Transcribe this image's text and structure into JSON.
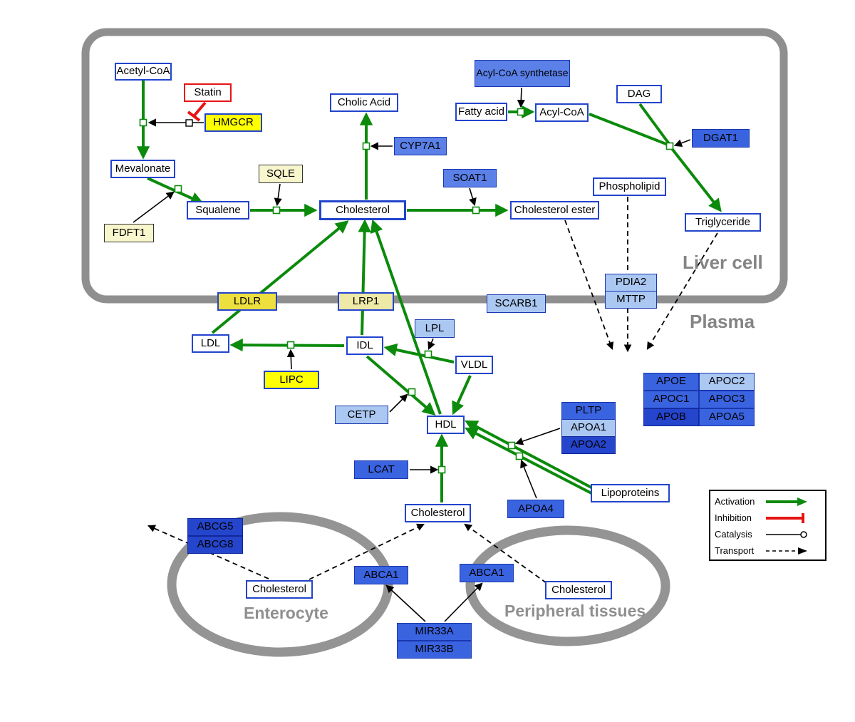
{
  "compartments": {
    "liver": "Liver cell",
    "plasma": "Plasma",
    "enterocyte": "Enterocyte",
    "peripheral": "Peripheral tissues"
  },
  "nodes": {
    "acetyl_coa": {
      "label": "Acetyl-CoA"
    },
    "statin": {
      "label": "Statin"
    },
    "hmgcr": {
      "label": "HMGCR"
    },
    "mevalonate": {
      "label": "Mevalonate"
    },
    "sqle": {
      "label": "SQLE"
    },
    "fdft1": {
      "label": "FDFT1"
    },
    "squalene": {
      "label": "Squalene"
    },
    "cholesterol_liver": {
      "label": "Cholesterol"
    },
    "cholic_acid": {
      "label": "Cholic Acid"
    },
    "cyp7a1": {
      "label": "CYP7A1"
    },
    "soat1": {
      "label": "SOAT1"
    },
    "cholesterol_ester": {
      "label": "Cholesterol ester"
    },
    "acyl_coa_synthetase": {
      "label": "Acyl-CoA synthetase"
    },
    "fatty_acid": {
      "label": "Fatty acid"
    },
    "acyl_coa": {
      "label": "Acyl-CoA"
    },
    "dag": {
      "label": "DAG"
    },
    "dgat1": {
      "label": "DGAT1"
    },
    "phospholipid": {
      "label": "Phospholipid"
    },
    "triglyceride": {
      "label": "Triglyceride"
    },
    "ldlr": {
      "label": "LDLR"
    },
    "lrp1": {
      "label": "LRP1"
    },
    "scarb1": {
      "label": "SCARB1"
    },
    "pdia2": {
      "label": "PDIA2"
    },
    "mttp": {
      "label": "MTTP"
    },
    "ldl": {
      "label": "LDL"
    },
    "idl": {
      "label": "IDL"
    },
    "lpl": {
      "label": "LPL"
    },
    "vldl": {
      "label": "VLDL"
    },
    "lipc": {
      "label": "LIPC"
    },
    "cetp": {
      "label": "CETP"
    },
    "hdl": {
      "label": "HDL"
    },
    "pltp": {
      "label": "PLTP"
    },
    "apoa1": {
      "label": "APOA1"
    },
    "apoa2": {
      "label": "APOA2"
    },
    "lcat": {
      "label": "LCAT"
    },
    "apoa4": {
      "label": "APOA4"
    },
    "lipoproteins": {
      "label": "Lipoproteins"
    },
    "cholesterol_plasma": {
      "label": "Cholesterol"
    },
    "apoe": {
      "label": "APOE"
    },
    "apoc2": {
      "label": "APOC2"
    },
    "apoc1": {
      "label": "APOC1"
    },
    "apoc3": {
      "label": "APOC3"
    },
    "apob": {
      "label": "APOB"
    },
    "apoa5": {
      "label": "APOA5"
    },
    "abcg5": {
      "label": "ABCG5"
    },
    "abcg8": {
      "label": "ABCG8"
    },
    "cholesterol_enterocyte": {
      "label": "Cholesterol"
    },
    "abca1_left": {
      "label": "ABCA1"
    },
    "abca1_right": {
      "label": "ABCA1"
    },
    "cholesterol_peripheral": {
      "label": "Cholesterol"
    },
    "mir33a": {
      "label": "MIR33A"
    },
    "mir33b": {
      "label": "MIR33B"
    }
  },
  "legend": {
    "items": [
      "Activation",
      "Inhibition",
      "Catalysis",
      "Transport"
    ]
  },
  "colors": {
    "activation_green": "#0b8a0b",
    "inhibition_red": "#e81313",
    "node_border_blue": "#2244cc",
    "gene_yellow": "#ffff00",
    "gene_blue": "#3a63e0",
    "compartment_gray": "#8f8f8f"
  }
}
